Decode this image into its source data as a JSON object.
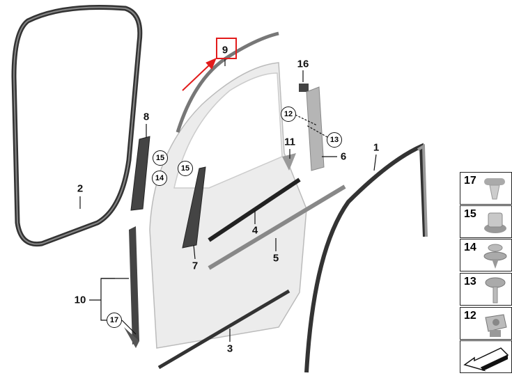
{
  "highlighted_part": "9",
  "highlight_color": "#e21b1b",
  "parts": {
    "p1": "1",
    "p2": "2",
    "p3": "3",
    "p4": "4",
    "p5": "5",
    "p6": "6",
    "p7": "7",
    "p8": "8",
    "p9": "9",
    "p10": "10",
    "p11": "11",
    "p16": "16"
  },
  "circled": {
    "c12": "12",
    "c13": "13",
    "c14": "14",
    "c15a": "15",
    "c15b": "15",
    "c17": "17"
  },
  "legend": [
    {
      "number": "17",
      "icon": "clip-icon"
    },
    {
      "number": "15",
      "icon": "nut-clip-icon"
    },
    {
      "number": "14",
      "icon": "expanding-rivet-icon"
    },
    {
      "number": "13",
      "icon": "screw-icon"
    },
    {
      "number": "12",
      "icon": "cage-nut-icon"
    },
    {
      "number": "",
      "icon": "direction-arrow-icon"
    }
  ]
}
